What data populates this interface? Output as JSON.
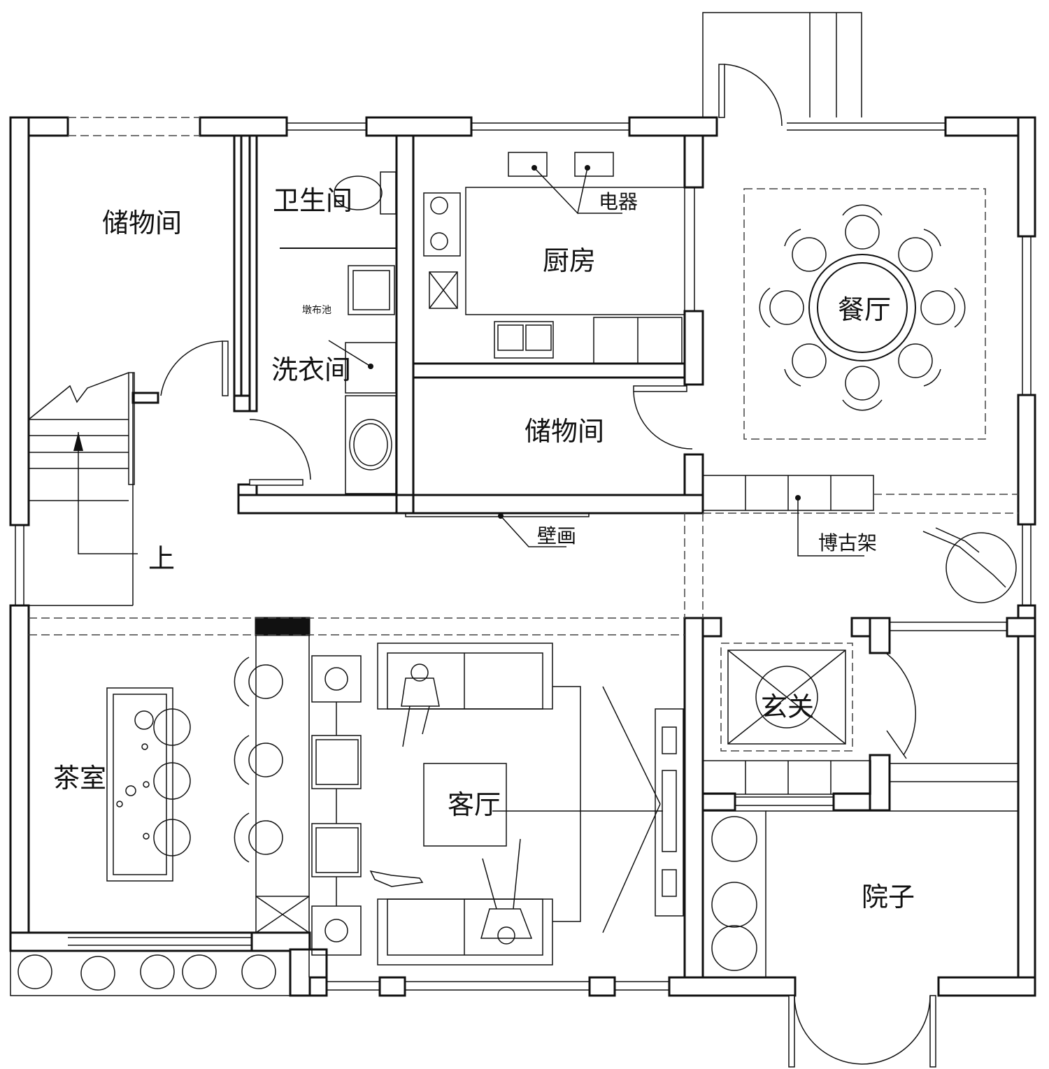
{
  "rooms": {
    "storage_left": "储物间",
    "bathroom": "卫生间",
    "mop_sink": "墩布池",
    "laundry": "洗衣间",
    "kitchen": "厨房",
    "appliances": "电器",
    "storage_center": "储物间",
    "dining": "餐厅",
    "up": "上",
    "mural": "壁画",
    "antique_shelf": "博古架",
    "foyer": "玄关",
    "tea_room": "茶室",
    "living_room": "客厅",
    "courtyard": "院子"
  }
}
